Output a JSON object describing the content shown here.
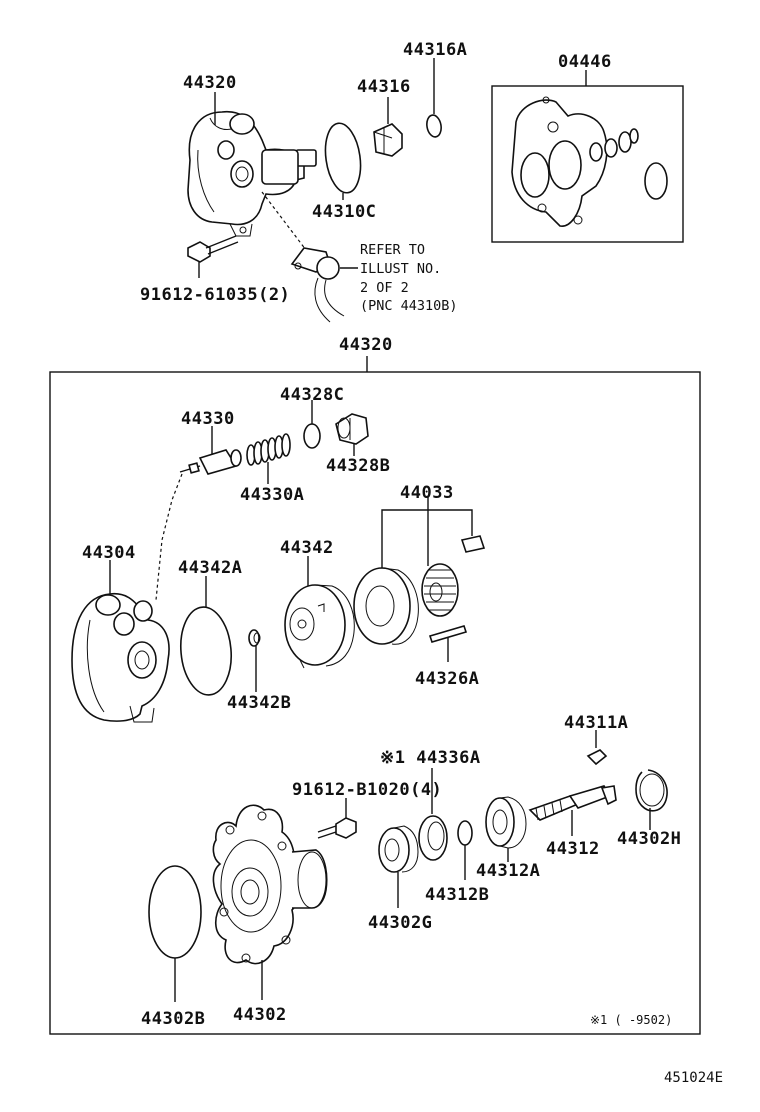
{
  "labels": {
    "p44320_top": "44320",
    "p44316A": "44316A",
    "p44316": "44316",
    "p04446": "04446",
    "p44310C": "44310C",
    "p91612_61035": "91612-61035(2)",
    "refer1": "REFER TO",
    "refer2": "ILLUST NO.",
    "refer3": "2 OF 2",
    "refer4": "(PNC 44310B)",
    "p44320_box": "44320",
    "p44328C": "44328C",
    "p44330": "44330",
    "p44328B": "44328B",
    "p44330A": "44330A",
    "p44033": "44033",
    "p44304": "44304",
    "p44342": "44342",
    "p44342A": "44342A",
    "p44326A": "44326A",
    "p44342B": "44342B",
    "p44311A": "44311A",
    "p44336A": "※1 44336A",
    "p91612_B1020": "91612-B1020(4)",
    "p44312": "44312",
    "p44302H": "44302H",
    "p44312A": "44312A",
    "p44312B": "44312B",
    "p44302G": "44302G",
    "p44302B": "44302B",
    "p44302": "44302",
    "footnote": "※1 (      -9502)",
    "diagram_code": "451024E"
  },
  "line_color": "#111111",
  "background": "#ffffff"
}
